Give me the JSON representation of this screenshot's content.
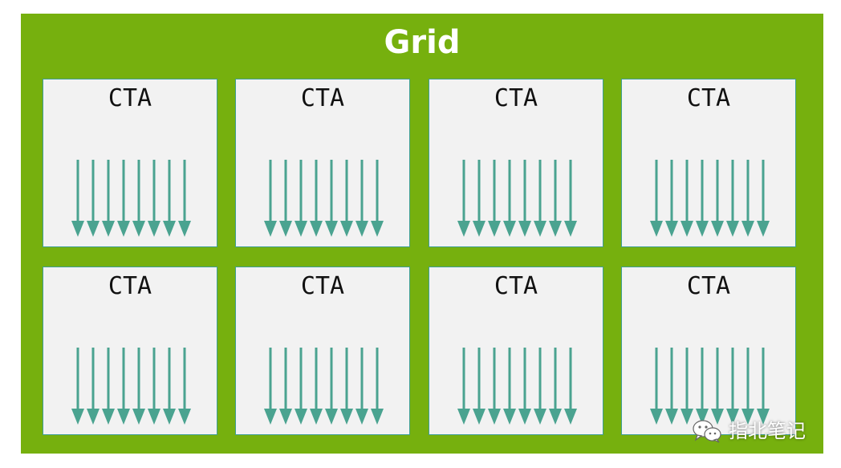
{
  "grid": {
    "title": "Grid",
    "background_color": "#76b00e",
    "cta_label": "CTA",
    "cta_background_color": "#f2f2f2",
    "thread_color": "#4aa390",
    "threads_per_cta": 8,
    "rows": 2,
    "columns": 4
  },
  "watermark": {
    "icon": "wechat-logo-icon",
    "text": "指北笔记"
  }
}
